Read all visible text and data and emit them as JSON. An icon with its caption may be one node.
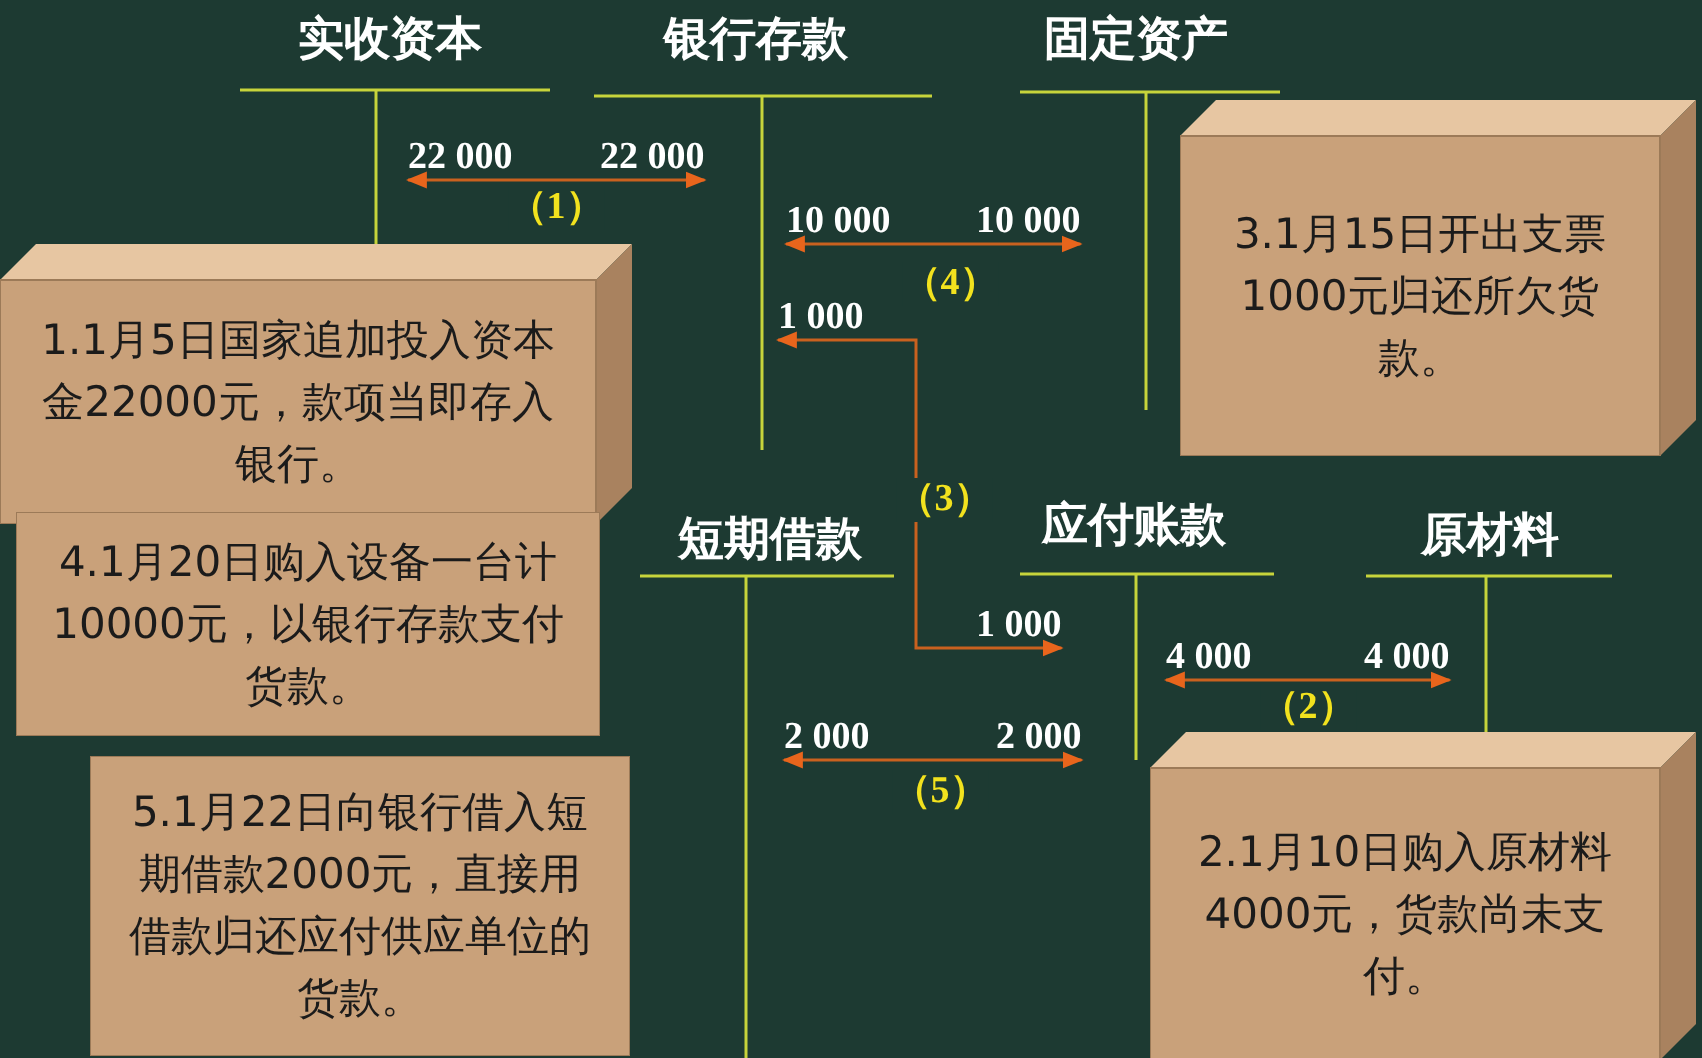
{
  "diagram": {
    "nodes": [
      {
        "text": [
          "22 000"
        ]
      },
      {
        "text": [
          "22 000"
        ]
      },
      {
        "text": [
          "10 000"
        ]
      },
      {
        "text": [
          "10 000"
        ]
      },
      {
        "text": [
          "1 000"
        ]
      },
      {
        "text": [
          "1 000"
        ]
      },
      {
        "text": [
          "4 000"
        ]
      },
      {
        "text": [
          "4 000"
        ]
      },
      {
        "text": [
          "2 000"
        ]
      },
      {
        "text": [
          "2 000"
        ]
      },
      {
        "text": [
          "1.1月5日国家追加投入资本金22000元，款项当即存入银行。"
        ]
      },
      {
        "text": [
          "4.1月20日购入设备一台计10000元，以银行存款支付货款。"
        ]
      },
      {
        "text": [
          "5.1月22日向银行借入短期借款2000元，直接用借款归还应付供应单位的货款。"
        ]
      },
      {
        "text": [
          "3.1月15日开出支票1000元归还所欠货款。"
        ]
      },
      {
        "text": [
          "2.1月10日购入原材料4000元，货款尚未支付。"
        ]
      }
    ],
    "edges": [
      {
        "from": 0,
        "to": 1,
        "arrow": "both",
        "label": "（1）"
      },
      {
        "from": 2,
        "to": 3,
        "arrow": "both",
        "label": "（4）"
      },
      {
        "from": 4,
        "to": 5,
        "arrow": "both",
        "label": "（3）"
      },
      {
        "from": 6,
        "to": 7,
        "arrow": "both",
        "label": "（2）"
      },
      {
        "from": 8,
        "to": 9,
        "arrow": "both",
        "label": "（5）"
      }
    ],
    "labels": [
      "实收资本",
      "银行存款",
      "固定资产",
      "短期借款",
      "应付账款",
      "原材料"
    ]
  }
}
